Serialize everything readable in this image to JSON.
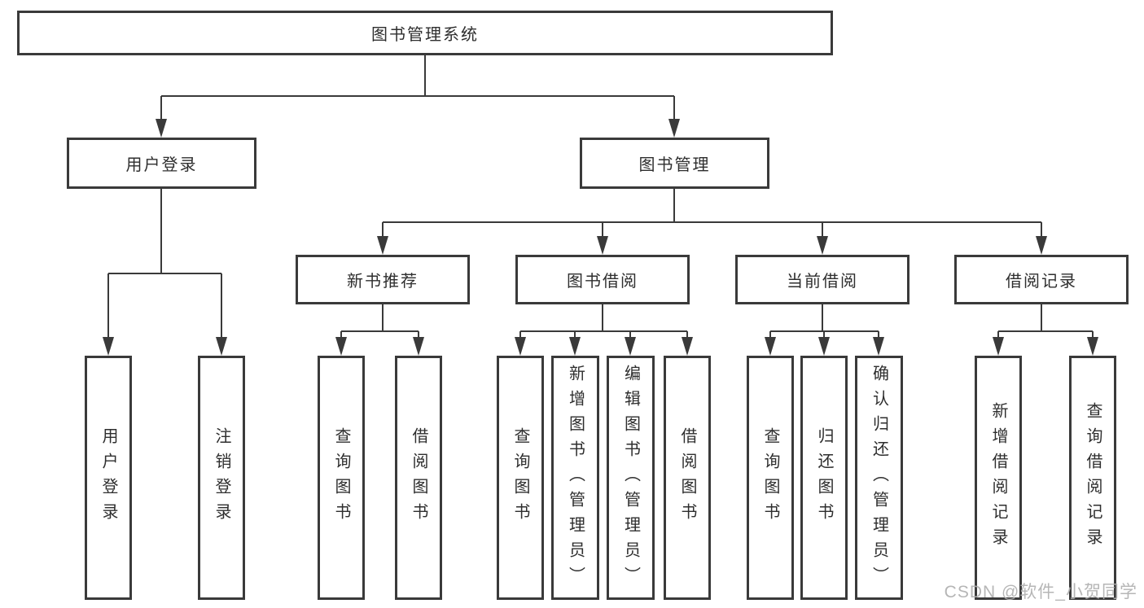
{
  "tree": {
    "root": {
      "label": "图书管理系统",
      "children": [
        {
          "label": "用户登录",
          "children": [
            {
              "label": "用户登录"
            },
            {
              "label": "注销登录"
            }
          ]
        },
        {
          "label": "图书管理",
          "children": [
            {
              "label": "新书推荐",
              "children": [
                {
                  "label": "查询图书"
                },
                {
                  "label": "借阅图书"
                }
              ]
            },
            {
              "label": "图书借阅",
              "children": [
                {
                  "label": "查询图书"
                },
                {
                  "label": "新增图书（管理员）"
                },
                {
                  "label": "编辑图书（管理员）"
                },
                {
                  "label": "借阅图书"
                }
              ]
            },
            {
              "label": "当前借阅",
              "children": [
                {
                  "label": "查询图书"
                },
                {
                  "label": "归还图书"
                },
                {
                  "label": "确认归还（管理员）"
                }
              ]
            },
            {
              "label": "借阅记录",
              "children": [
                {
                  "label": "新增借阅记录"
                },
                {
                  "label": "查询借阅记录"
                }
              ]
            }
          ]
        }
      ]
    }
  },
  "watermark": {
    "text": "CSDN @软件_小贺同学"
  },
  "colors": {
    "line": "#3a3a3a",
    "box_border": "#3a3a3a",
    "box_fill": "#ffffff",
    "text": "#2e2e2e",
    "watermark": "#b0b0b0",
    "background": "#ffffff"
  }
}
